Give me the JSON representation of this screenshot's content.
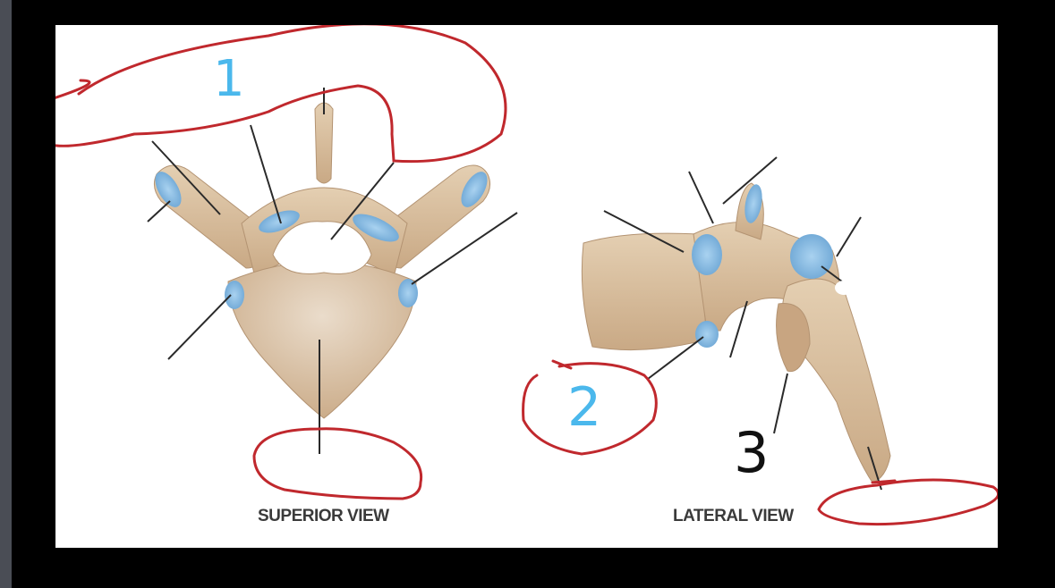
{
  "diagram": {
    "subject": "Thoracic vertebra",
    "views": [
      {
        "id": "superior",
        "caption": "SUPERIOR VIEW"
      },
      {
        "id": "lateral",
        "caption": "LATERAL VIEW"
      }
    ],
    "labels_erased": true,
    "annotations": [
      {
        "id": "1",
        "text": "1",
        "color": "#4bb8ec",
        "target": "top label group (superior view)"
      },
      {
        "id": "2",
        "text": "2",
        "color": "#4bb8ec",
        "target": "inferior costal facet label (lateral view)"
      },
      {
        "id": "3",
        "text": "3",
        "color": "#111111",
        "target": "inferior articular process label (lateral view)"
      }
    ],
    "circles": [
      {
        "id": "circle-top",
        "color": "#c0282d"
      },
      {
        "id": "circle-body-label",
        "color": "#c0282d"
      },
      {
        "id": "circle-2",
        "color": "#c0282d"
      },
      {
        "id": "circle-spinous-label",
        "color": "#c0282d"
      }
    ]
  },
  "colors": {
    "background": "#000000",
    "canvas": "#ffffff",
    "bone": "#d9c0a0",
    "bone_shadow": "#b39372",
    "cartilage_facet": "#8fbfe3",
    "pen_red": "#c0282d",
    "pen_blue": "#4bb8ec",
    "leader_line": "#2a2a2a"
  }
}
